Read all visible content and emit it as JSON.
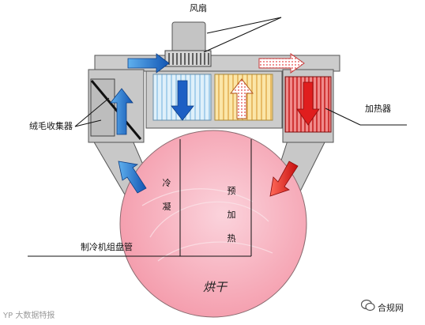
{
  "labels": {
    "fan": "风扇",
    "lint_collector": "绒毛收集器",
    "heater": "加热器",
    "coil": "制冷机组盘管",
    "condense": [
      "冷",
      "凝"
    ],
    "preheat": [
      "预",
      "加",
      "热"
    ],
    "dryer": "烘干"
  },
  "watermark": {
    "left": "YP 大数据特报",
    "right": "合规网"
  },
  "colors": {
    "duct": "#cccccc",
    "duct_stroke": "#555555",
    "drum": "#f7a6b4",
    "condenser": "#c9e4f5",
    "preheater": "#f7d98a",
    "heater": "#e84a4a",
    "cold_arrow": "#1d73c9",
    "hot_arrow": "#e11b1b"
  }
}
